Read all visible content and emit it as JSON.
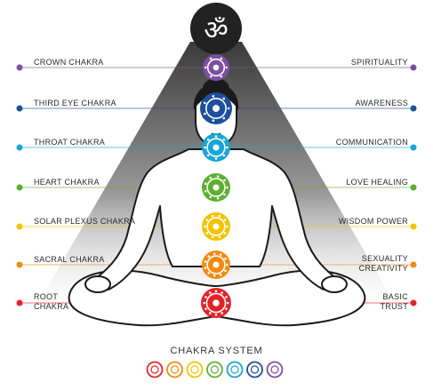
{
  "om_symbol": "ॐ",
  "title": "CHAKRA SYSTEM",
  "chakras": [
    {
      "name": "CROWN CHAKRA",
      "meaning": "SPIRITUALITY",
      "color": "#7b4fa1"
    },
    {
      "name": "THIRD EYE CHAKRA",
      "meaning": "AWARENESS",
      "color": "#1d4f9c"
    },
    {
      "name": "THROAT CHAKRA",
      "meaning": "COMMUNICATION",
      "color": "#16a6d8"
    },
    {
      "name": "HEART CHAKRA",
      "meaning": "LOVE HEALING",
      "color": "#5cb030"
    },
    {
      "name": "SOLAR PLEXUS CHAKRA",
      "meaning": "WISDOM POWER",
      "color": "#f2c400"
    },
    {
      "name": "SACRAL CHAKRA",
      "meaning": "SEXUALITY\nCREATIVITY",
      "color": "#f28a12"
    },
    {
      "name": "ROOT\nCHAKRA",
      "meaning": "BASIC\nTRUST",
      "color": "#e2242a"
    }
  ]
}
